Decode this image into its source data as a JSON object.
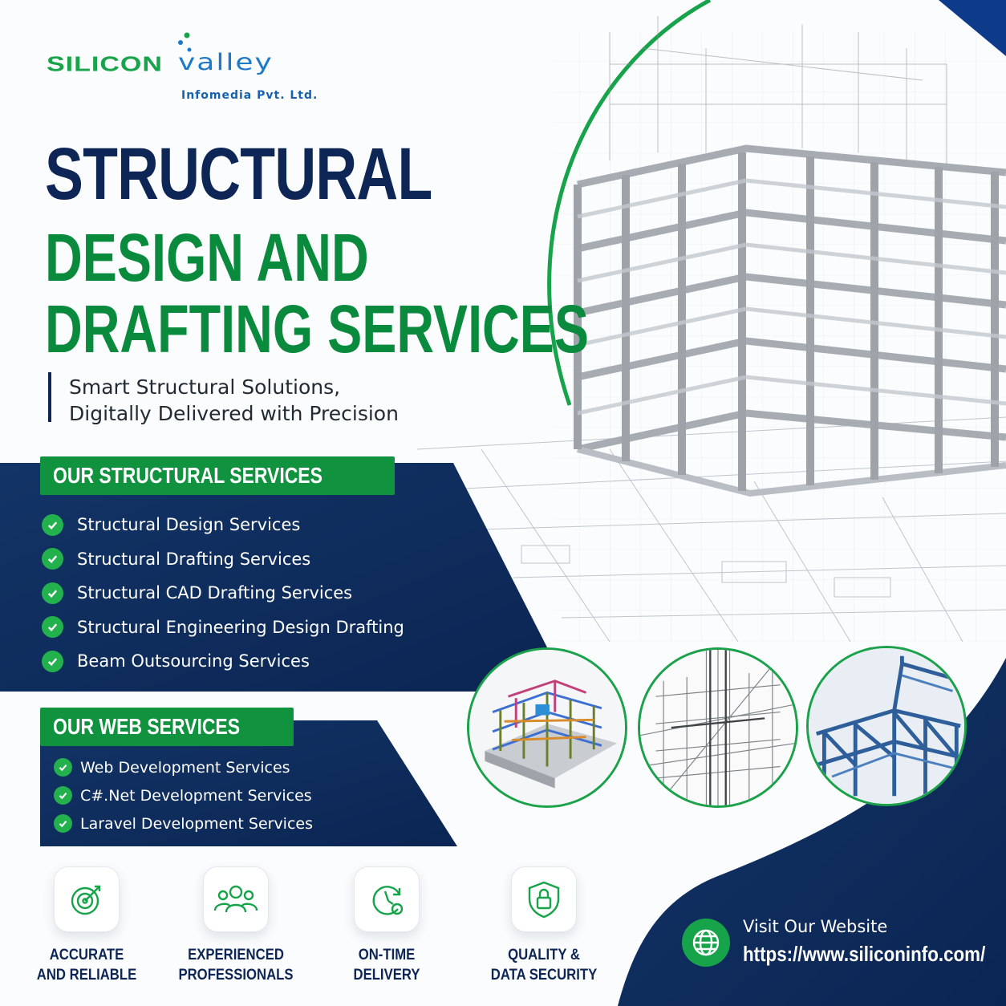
{
  "brand": {
    "name_part1": "SILICON",
    "name_part2": "valley",
    "subtitle": "Infomedia Pvt. Ltd."
  },
  "headline": {
    "line1": "STRUCTURAL",
    "line2": "DESIGN AND",
    "line3": "DRAFTING SERVICES"
  },
  "tagline": {
    "line1": "Smart Structural Solutions,",
    "line2": "Digitally Delivered with Precision"
  },
  "structural_services": {
    "title": "OUR STRUCTURAL SERVICES",
    "items": [
      "Structural Design Services",
      "Structural Drafting Services",
      "Structural CAD Drafting Services",
      "Structural Engineering Design Drafting",
      "Beam Outsourcing Services"
    ]
  },
  "web_services": {
    "title": "OUR WEB SERVICES",
    "items": [
      "Web Development Services",
      "C#.Net Development Services",
      "Laravel Development Services"
    ]
  },
  "features": [
    {
      "line1": "ACCURATE",
      "line2": "AND RELIABLE",
      "icon": "target-icon"
    },
    {
      "line1": "EXPERIENCED",
      "line2": "PROFESSIONALS",
      "icon": "team-icon"
    },
    {
      "line1": "ON-TIME",
      "line2": "DELIVERY",
      "icon": "clock-icon"
    },
    {
      "line1": "QUALITY &",
      "line2": "DATA SECURITY",
      "icon": "shield-lock-icon"
    }
  ],
  "website": {
    "label": "Visit Our Website",
    "url": "https://www.siliconinfo.com/",
    "icon": "globe-icon"
  },
  "colors": {
    "navy": "#0e2656",
    "green": "#11923f",
    "accent_blue": "#1f79c9"
  }
}
